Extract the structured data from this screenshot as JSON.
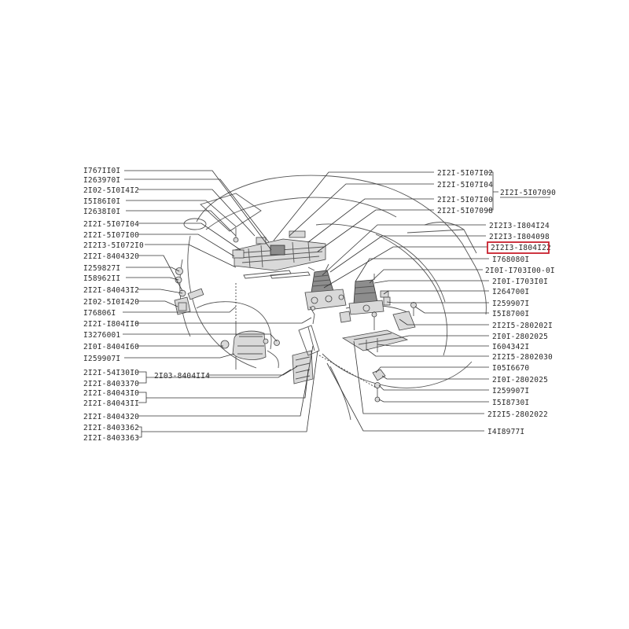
{
  "left_labels": [
    "I767II0I",
    "I263970I",
    "2I02-5I0I4I2",
    "I5I86I0I",
    "I2638I0I",
    "2I2I-5I07I04",
    "2I2I-5I07I00",
    "2I2I3-5I072I0",
    "2I2I-8404320",
    "I259827I",
    "I58962II",
    "2I2I-84043I2",
    "2I02-5I0I420",
    "I76806I",
    "2I2I-I804II0",
    "I3276001",
    "2I0I-8404I60",
    "I259907I",
    "2I2I-54I30I0",
    "2I2I-8403370",
    "2I2I-84043I0",
    "2I2I-84043II",
    "2I2I-8404320",
    "2I2I-8403362",
    "2I2I-8403363"
  ],
  "center_label": "2I03-8404II4",
  "right_labels": [
    "2I2I-5I07I02",
    "2I2I-5I07I04",
    "2I2I-5I07I00",
    "2I2I-5I07098",
    "2I2I3-I804I24",
    "2I2I3-I804098",
    "2I2I3-I804I22",
    "I768080I",
    "2I0I-I703I00-0I",
    "2I0I-I703I0I",
    "I264700I",
    "I259907I",
    "I5I8700I",
    "2I2I5-280202I",
    "2I0I-2802025",
    "I604342I",
    "2I2I5-2802030",
    "I05I6670",
    "2I0I-2802025",
    "I259907I",
    "I5I8730I",
    "2I2I5-2802022",
    "I4I8977I"
  ],
  "group_label": "2I2I-5I07090",
  "highlighted_label": "2I2I3-I804I22",
  "colors": {
    "highlight": "#c8202e",
    "ink": "#2a2a2a",
    "background": "#ffffff"
  }
}
